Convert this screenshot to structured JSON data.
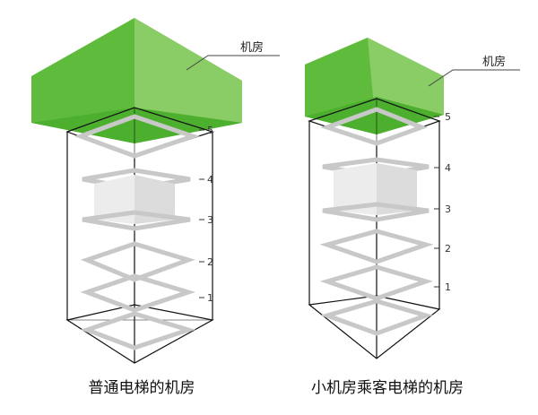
{
  "diagram_a": {
    "machine_room_label": "机房",
    "caption": "普通电梯的机房",
    "floors": [
      "1",
      "2",
      "3",
      "4",
      "5"
    ]
  },
  "diagram_b": {
    "machine_room_label": "机房",
    "caption": "小机房乘客电梯的机房",
    "floors": [
      "1",
      "2",
      "3",
      "4",
      "5"
    ]
  },
  "colors": {
    "room_front": "#6cc04a",
    "room_side": "#88cd68",
    "room_top": "#a9dc8b",
    "room_bottom": "#4cb52f",
    "frame": "#c8c8c8",
    "car": "#e6e6e6"
  }
}
